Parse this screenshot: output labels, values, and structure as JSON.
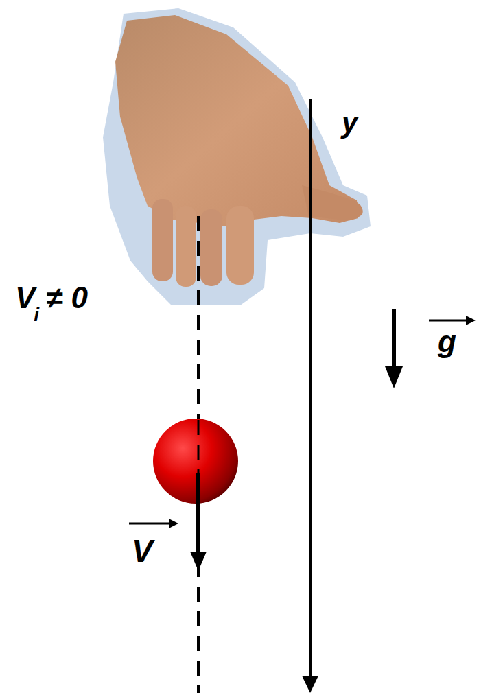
{
  "diagram": {
    "labels": [
      "y",
      "V",
      "i",
      "≠ 0",
      "g",
      "V"
    ]
  }
}
